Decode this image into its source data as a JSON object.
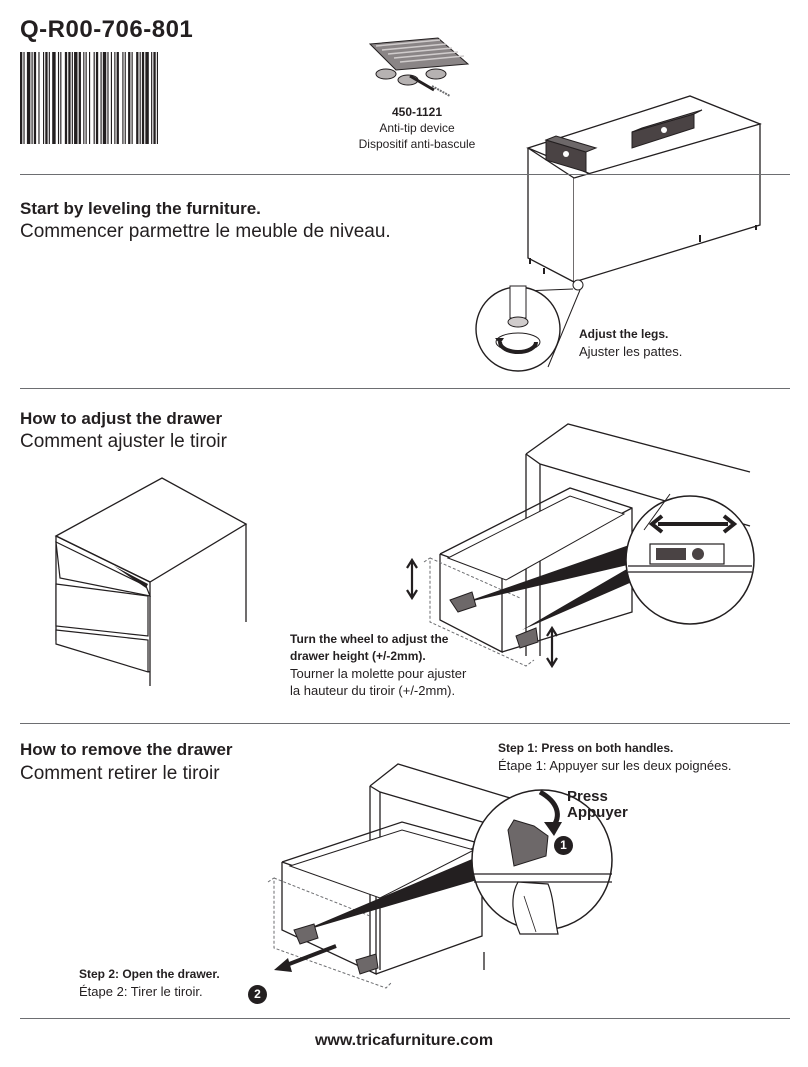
{
  "header": {
    "product_code": "Q-R00-706-801"
  },
  "anti_tip": {
    "part_number": "450-1121",
    "label_en": "Anti-tip device",
    "label_fr": "Dispositif anti-bascule"
  },
  "leveling": {
    "title_en": "Start by leveling the furniture.",
    "title_fr": "Commencer parmettre le meuble de niveau.",
    "caption_en": "Adjust the legs.",
    "caption_fr": "Ajuster les pattes."
  },
  "adjust_drawer": {
    "title_en": "How to adjust the drawer",
    "title_fr": "Comment ajuster le tiroir",
    "caption_en_1": "Turn the wheel to adjust the",
    "caption_en_2": "drawer height (+/-2mm).",
    "caption_fr_1": "Tourner la molette pour ajuster",
    "caption_fr_2": "la hauteur du tiroir (+/-2mm)."
  },
  "remove_drawer": {
    "title_en": "How to remove the drawer",
    "title_fr": "Comment retirer le tiroir",
    "step1_en": "Step 1: Press on both handles.",
    "step1_fr": "Étape 1: Appuyer sur les deux poignées.",
    "press_en": "Press",
    "press_fr": "Appuyer",
    "step1_number": "1",
    "step2_en": "Step 2: Open the drawer.",
    "step2_fr": "Étape 2: Tirer le tiroir.",
    "step2_number": "2"
  },
  "footer": {
    "url": "www.tricafurniture.com"
  },
  "colors": {
    "ink": "#231f20",
    "rule": "#6d6e71",
    "wood": "#4a4344"
  }
}
